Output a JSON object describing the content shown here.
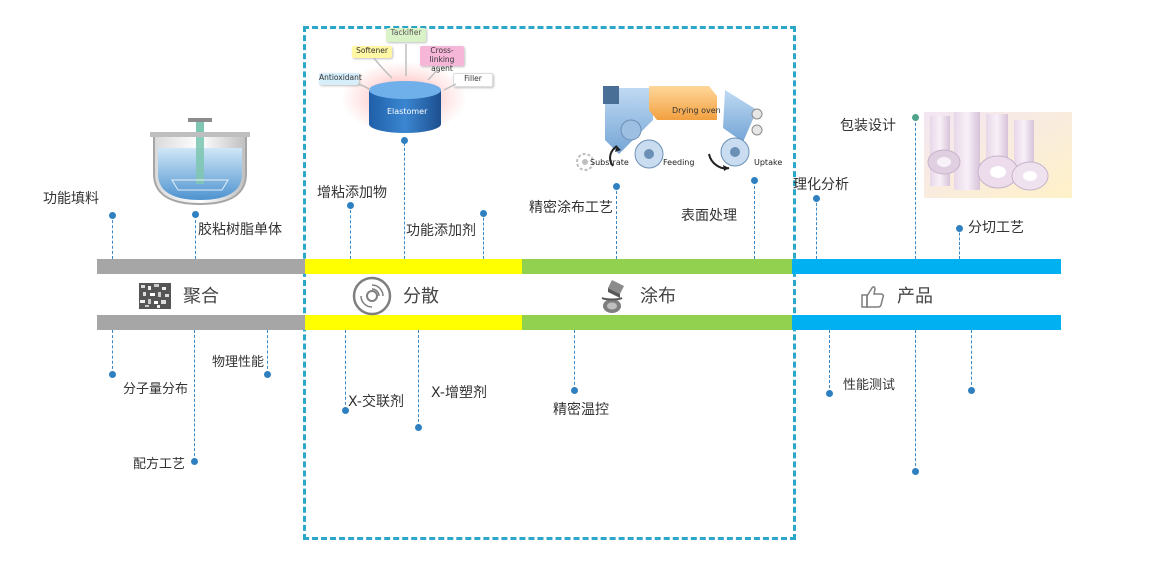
{
  "stages": [
    {
      "id": "polymerization",
      "label": "聚合",
      "color": "#a6a6a6",
      "icon": "qr-pattern-icon"
    },
    {
      "id": "dispersion",
      "label": "分散",
      "color": "#ffff00",
      "icon": "disc-icon"
    },
    {
      "id": "coating",
      "label": "涂布",
      "color": "#92d050",
      "icon": "coating-roller-icon"
    },
    {
      "id": "product",
      "label": "产品",
      "color": "#00b0f0",
      "icon": "thumbs-up-icon"
    }
  ],
  "top_labels": {
    "functional_filler": "功能填料",
    "resin_monomer": "胶粘树脂单体",
    "tackifier_additive": "增粘添加物",
    "functional_additive": "功能添加剂",
    "precision_coating": "精密涂布工艺",
    "surface_treatment": "表面处理",
    "physchem_analysis": "理化分析",
    "packaging_design": "包装设计",
    "slitting_process": "分切工艺"
  },
  "bottom_labels": {
    "mw_distribution": "分子量分布",
    "physical_properties": "物理性能",
    "formulation_process": "配方工艺",
    "x_crosslinker": "X-交联剂",
    "x_plasticizer": "X-增塑剂",
    "precise_temperature": "精密温控",
    "performance_test": "性能测试"
  },
  "elastomer_diagram": {
    "center": "Elastomer",
    "tackifier": "Tackifier",
    "softener": "Softener",
    "crosslinking": "Cross-linking agent",
    "antioxidant": "Antioxidant",
    "filler": "Filler"
  },
  "coater_diagram": {
    "oven": "Drying oven",
    "substrate": "Substrate",
    "feeding": "Feeding",
    "uptake": "Uptake"
  },
  "colors": {
    "connector": "#3a87c8",
    "dot": "#2f80c0",
    "highlight_frame": "#2aa7c9"
  }
}
